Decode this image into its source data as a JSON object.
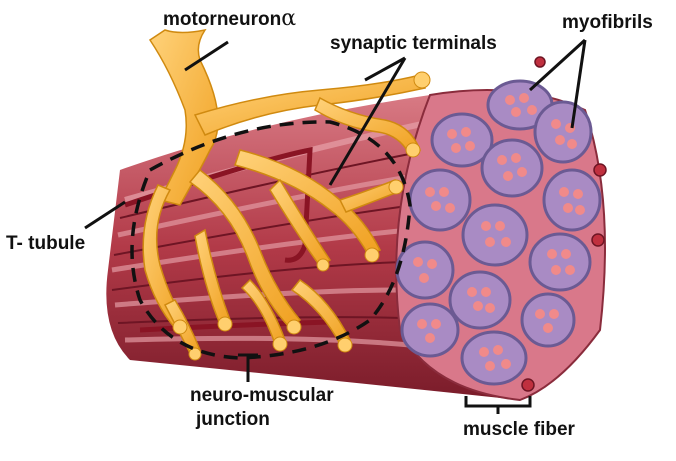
{
  "labels": {
    "motorneuron": "motorneuron",
    "alpha": "α",
    "synaptic_terminals": "synaptic terminals",
    "myofibrils": "myofibrils",
    "t_tubule": "T- tubule",
    "nmj_line1": "neuro-muscular",
    "nmj_line2": "junction",
    "muscle_fiber": "muscle fiber"
  },
  "colors": {
    "muscle": "#b23a48",
    "muscle_light": "#d26a74",
    "muscle_dark": "#7a1c2a",
    "nerve": "#f5a623",
    "nerve_light": "#ffd27a",
    "fiber_fill": "#a98bc4",
    "fiber_border": "#6b5a93",
    "myofibril": "#f08a8a"
  }
}
